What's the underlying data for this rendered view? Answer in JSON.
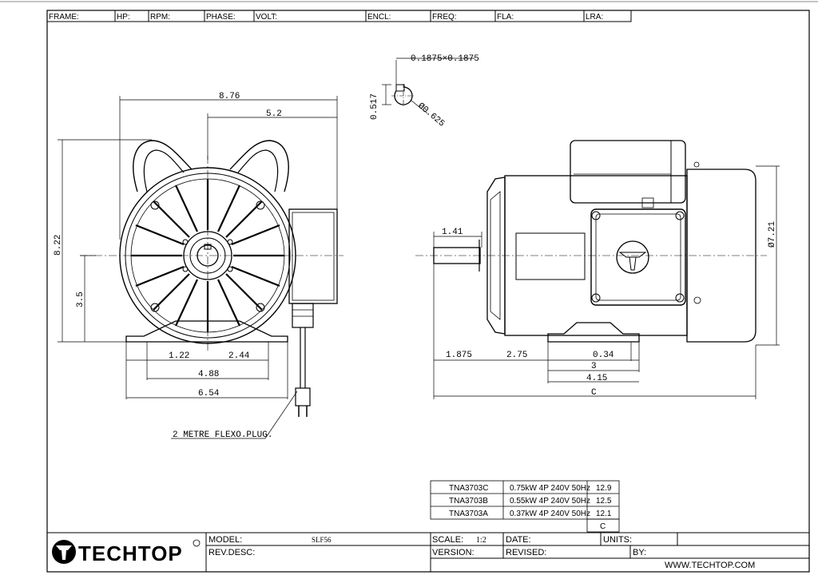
{
  "header_fields": [
    "FRAME:",
    "HP:",
    "RPM:",
    "PHASE:",
    "VOLT:",
    "ENCL:",
    "FREQ:",
    "FLA:",
    "LRA:"
  ],
  "dimensions": {
    "keyway": "0.1875×0.1875",
    "key_depth": "0.517",
    "shaft_dia": "Ø0.625",
    "overall_width": "8.76",
    "box_offset": "5.2",
    "height": "8.22",
    "shaft_height": "3.5",
    "base_half": "1.22",
    "base_mount": "2.44",
    "base_hole_span": "4.88",
    "base_width": "6.54",
    "shaft_len": "1.41",
    "front_ext": "1.875",
    "front_to_foot": "2.75",
    "foot_offset": "0.34",
    "foot_span": "3",
    "foot_total": "4.15",
    "overall_len": "C",
    "body_dia": "Ø7.21",
    "cable_note": "2 METRE FLEXO.PLUG."
  },
  "models": [
    {
      "code": "TNA3703C",
      "spec": "0.75kW 4P 240V 50Hz",
      "c": "12.9"
    },
    {
      "code": "TNA3703B",
      "spec": "0.55kW 4P 240V 50Hz",
      "c": "12.5"
    },
    {
      "code": "TNA3703A",
      "spec": "0.37kW 4P 240V 50Hz",
      "c": "12.1"
    }
  ],
  "models_footer": "C",
  "title_block": {
    "logo": "TECHTOP",
    "model_label": "MODEL:",
    "model_value": "SLF56",
    "scale_label": "SCALE:",
    "scale_value": "1:2",
    "date_label": "DATE:",
    "units_label": "UNITS:",
    "revdesc_label": "REV.DESC:",
    "version_label": "VERSION:",
    "revised_label": "REVISED:",
    "by_label": "BY:",
    "website": "WWW.TECHTOP.COM"
  },
  "colors": {
    "line": "#000000",
    "background": "#ffffff"
  }
}
